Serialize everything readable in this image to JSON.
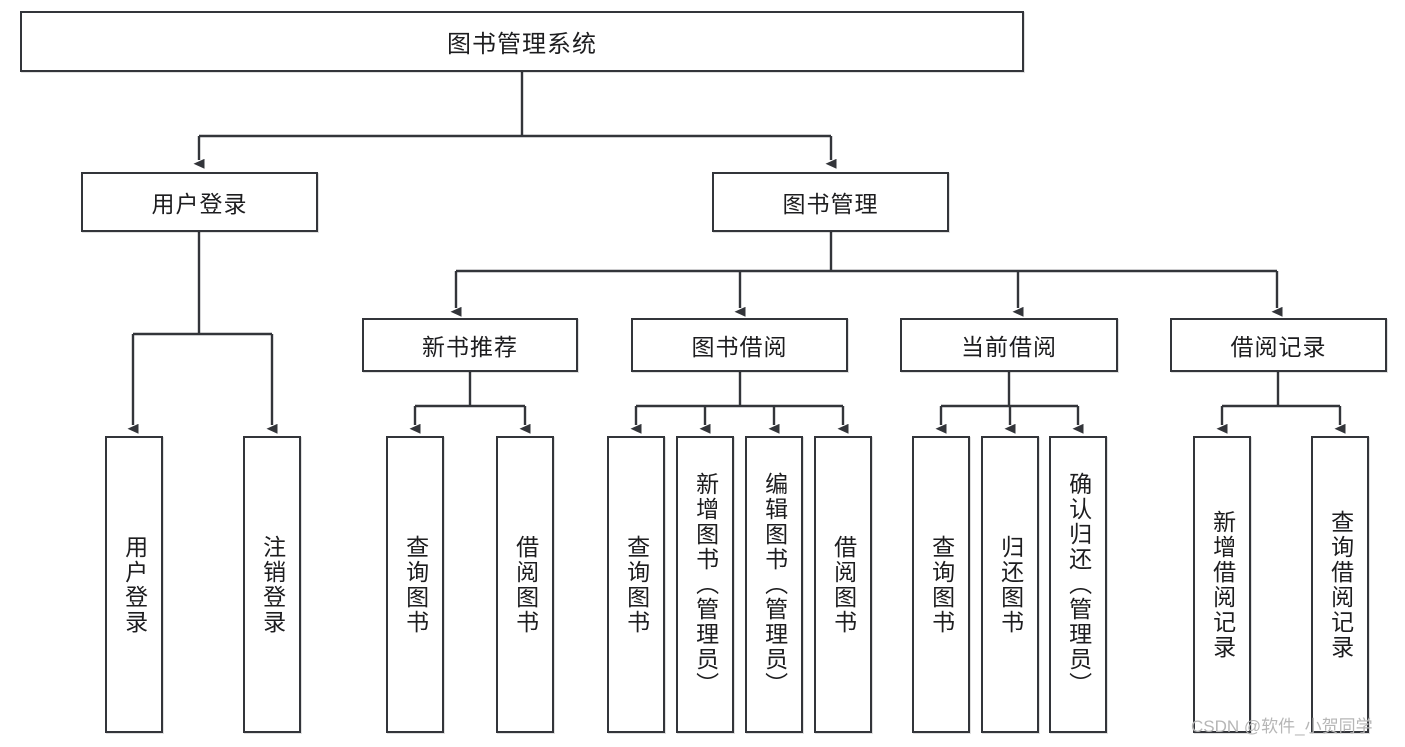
{
  "diagram": {
    "type": "tree-hierarchy",
    "title": "图书管理系统",
    "root": {
      "label": "图书管理系统",
      "level": 1
    },
    "level2": [
      {
        "label": "用户登录"
      },
      {
        "label": "图书管理"
      }
    ],
    "level3": [
      {
        "label": "新书推荐",
        "parent": "图书管理"
      },
      {
        "label": "图书借阅",
        "parent": "图书管理"
      },
      {
        "label": "当前借阅",
        "parent": "图书管理"
      },
      {
        "label": "借阅记录",
        "parent": "图书管理"
      }
    ],
    "leaves": {
      "user_login": [
        {
          "label": "用户登录"
        },
        {
          "label": "注销登录"
        }
      ],
      "new_book_recommend": [
        {
          "label": "查询图书"
        },
        {
          "label": "借阅图书"
        }
      ],
      "book_borrow": [
        {
          "label": "查询图书"
        },
        {
          "label": "新增图书（管理员）"
        },
        {
          "label": "编辑图书（管理员）"
        },
        {
          "label": "借阅图书"
        }
      ],
      "current_borrow": [
        {
          "label": "查询图书"
        },
        {
          "label": "归还图书"
        },
        {
          "label": "确认归还（管理员）"
        }
      ],
      "borrow_record": [
        {
          "label": "新增借阅记录"
        },
        {
          "label": "查询借阅记录"
        }
      ]
    }
  },
  "watermark": {
    "text": "CSDN @软件_小贺同学"
  },
  "colors": {
    "border": "#33353a",
    "background": "#ffffff",
    "text": "#1d1d1f",
    "watermark": "#b6b6b6"
  }
}
